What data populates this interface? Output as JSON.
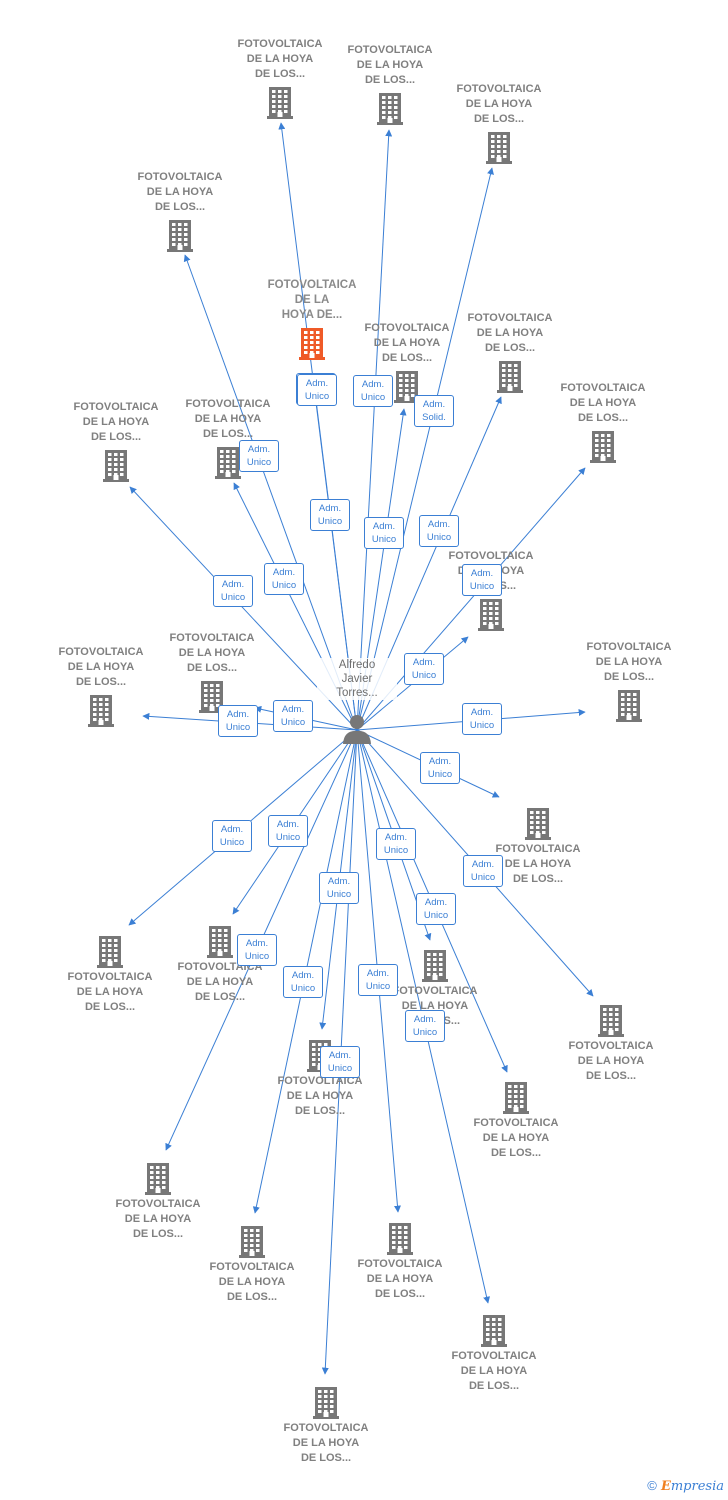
{
  "center_person": {
    "label": "Alfredo\nJavier\nTorres..."
  },
  "colors": {
    "edge": "#3b7fd4",
    "building": "#777777",
    "building_main": "#ef5a28"
  },
  "companies": [
    {
      "label": "FOTOVOLTAICA\nDE LA HOYA\nDE LOS...",
      "main": false
    },
    {
      "label": "FOTOVOLTAICA\nDE LA HOYA\nDE LOS...",
      "main": false
    },
    {
      "label": "FOTOVOLTAICA\nDE LA HOYA\nDE LOS...",
      "main": false
    },
    {
      "label": "FOTOVOLTAICA\nDE LA HOYA\nDE LOS...",
      "main": false
    },
    {
      "label": "FOTOVOLTAICA\nDE LA\nHOYA DE...",
      "main": true
    },
    {
      "label": "FOTOVOLTAICA\nDE LA HOYA\nDE LOS...",
      "main": false
    },
    {
      "label": "FOTOVOLTAICA\nDE LA HOYA\nDE LOS...",
      "main": false
    },
    {
      "label": "FOTOVOLTAICA\nDE LA HOYA\nDE LOS...",
      "main": false
    },
    {
      "label": "FOTOVOLTAICA\nDE LA HOYA\nDE LOS...",
      "main": false
    },
    {
      "label": "FOTOVOLTAICA\nDE LA HOYA\nDE LOS...",
      "main": false
    },
    {
      "label": "FOTOVOLTAICA\nDE LA HOYA\nDE LOS...",
      "main": false
    },
    {
      "label": "FOTOVOLTAICA\nDE LA HOYA\nDE LOS...",
      "main": false
    },
    {
      "label": "FOTOVOLTAICA\nDE LA HOYA\nDE LOS...",
      "main": false
    },
    {
      "label": "FOTOVOLTAICA\nDE LA HOYA\nDE LOS...",
      "main": false
    },
    {
      "label": "FOTOVOLTAICA\nDE LA HOYA\nDE LOS...",
      "main": false
    },
    {
      "label": "FOTOVOLTAICA\nDE LA HOYA\nDE LOS...",
      "main": false
    },
    {
      "label": "FOTOVOLTAICA\nDE LA HOYA\nDE LOS...",
      "main": false
    },
    {
      "label": "FOTOVOLTAICA\nDE LA HOYA\nDE LOS...",
      "main": false
    },
    {
      "label": "FOTOVOLTAICA\nDE LA HOYA\nDE LOS...",
      "main": false
    },
    {
      "label": "FOTOVOLTAICA\nDE LA HOYA\nDE LOS...",
      "main": false
    },
    {
      "label": "FOTOVOLTAICA\nDE LA HOYA\nDE LOS...",
      "main": false
    },
    {
      "label": "FOTOVOLTAICA\nDE LA HOYA\nDE LOS...",
      "main": false
    },
    {
      "label": "FOTOVOLTAICA\nDE LA HOYA\nDE LOS...",
      "main": false
    },
    {
      "label": "FOTOVOLTAICA\nDE LA HOYA\nDE LOS...",
      "main": false
    },
    {
      "label": "FOTOVOLTAICA\nDE LA HOYA\nDE LOS...",
      "main": false
    },
    {
      "label": "FOTOVOLTAICA\nDE LA HOYA\nDE LOS...",
      "main": false
    },
    {
      "label": "FOTOVOLTAICA\nDE LA HOYA\nDE LOS...",
      "main": false
    },
    {
      "label": "FOTOVOLTAICA\nDE LA HOYA\nDE LOS...",
      "main": false
    }
  ],
  "edges": [
    {
      "label": "Adm.\nUnico"
    },
    {
      "label": "Adm.\nUnico"
    },
    {
      "label": "Adm.\nSolid."
    },
    {
      "label": "Adm.\nUnico"
    },
    {
      "label": "Adm.\nUnico"
    },
    {
      "label": "Adm.\nUnico"
    },
    {
      "label": "Adm.\nUnico"
    },
    {
      "label": "Adm.\nUnico"
    },
    {
      "label": "Adm.\nUnico"
    },
    {
      "label": "Adm.\nUnico"
    },
    {
      "label": "Adm.\nUnico"
    },
    {
      "label": "Adm.\nUnico"
    },
    {
      "label": "Adm.\nUnico"
    },
    {
      "label": "Adm.\nUnico"
    },
    {
      "label": "Adm.\nUnico"
    },
    {
      "label": "Adm.\nUnico"
    },
    {
      "label": "Adm.\nUnico"
    },
    {
      "label": "Adm.\nUnico"
    },
    {
      "label": "Adm.\nUnico"
    },
    {
      "label": "Adm.\nUnico"
    },
    {
      "label": "Adm.\nUnico"
    },
    {
      "label": "Adm.\nUnico"
    },
    {
      "label": "Adm.\nUnico"
    },
    {
      "label": "Adm.\nUnico"
    },
    {
      "label": "Adm.\nUnico"
    },
    {
      "label": "Adm.\nUnico"
    },
    {
      "label": "Adm.\nUnico"
    },
    {
      "label": "Adm.\nUnico"
    }
  ],
  "footer": {
    "copyright": "©",
    "brand_initial": "E",
    "brand_rest": "mpresia"
  }
}
